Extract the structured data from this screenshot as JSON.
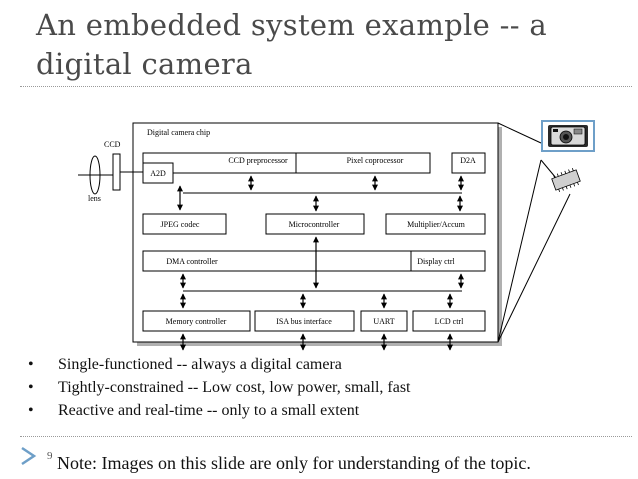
{
  "title": "An embedded system example -- a digital camera",
  "diagram": {
    "chip_label": "Digital camera chip",
    "ccd_label": "CCD",
    "lens_label": "lens",
    "blocks": {
      "a2d": "A2D",
      "ccd_preprocessor": "CCD preprocessor",
      "pixel_coprocessor": "Pixel coprocessor",
      "d2a": "D2A",
      "jpeg_codec": "JPEG codec",
      "microcontroller": "Microcontroller",
      "multiplier_accum": "Multiplier/Accum",
      "dma_controller": "DMA controller",
      "display_ctrl": "Display ctrl",
      "memory_controller": "Memory controller",
      "isa_bus_interface": "ISA bus interface",
      "uart": "UART",
      "lcd_ctrl": "LCD ctrl"
    }
  },
  "bullets": [
    "Single-functioned -- always a digital camera",
    "Tightly-constrained -- Low cost, low power, small, fast",
    "Reactive and real-time -- only to a small extent"
  ],
  "bullet_symbol": "•",
  "footer": {
    "slide_number": "9",
    "note": "Note: Images on this slide are only for understanding of the topic."
  },
  "colors": {
    "title": "#4a4a4a",
    "arrow_accent": "#6e9fc8"
  }
}
